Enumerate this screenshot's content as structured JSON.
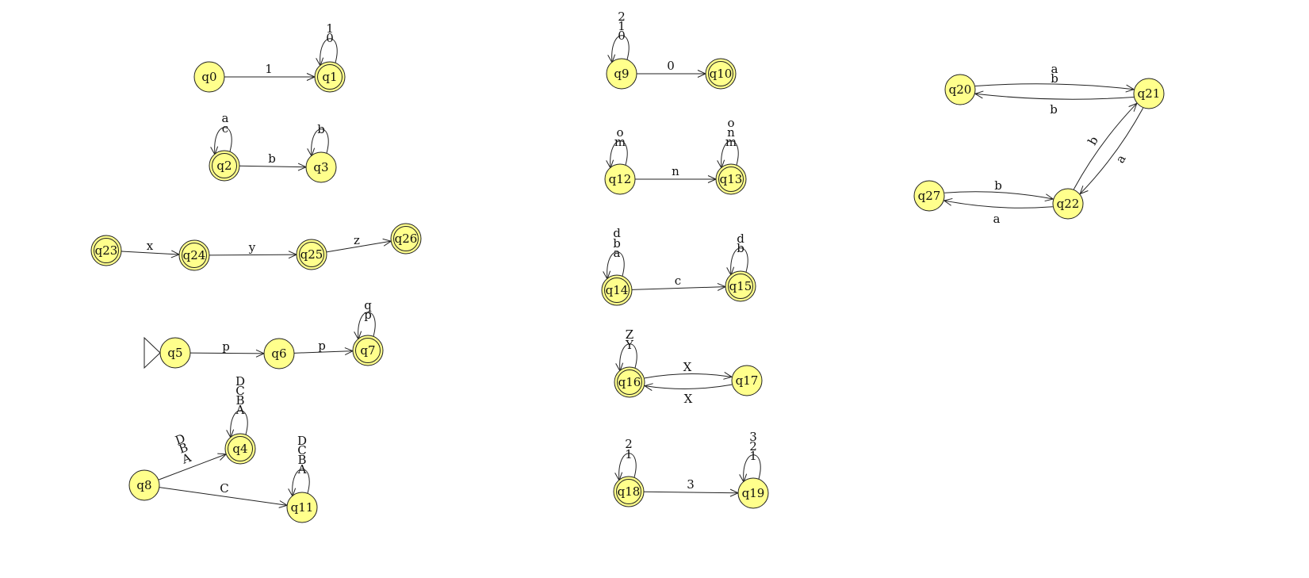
{
  "diagram": {
    "colors": {
      "state_fill": "#ffff8c",
      "stroke": "#222222",
      "background": "#ffffff"
    },
    "states": [
      {
        "id": "q0",
        "label": "q0",
        "accepting": false,
        "initial": false
      },
      {
        "id": "q1",
        "label": "q1",
        "accepting": true,
        "initial": false
      },
      {
        "id": "q2",
        "label": "q2",
        "accepting": true,
        "initial": false
      },
      {
        "id": "q3",
        "label": "q3",
        "accepting": false,
        "initial": false
      },
      {
        "id": "q23",
        "label": "q23",
        "accepting": true,
        "initial": false
      },
      {
        "id": "q24",
        "label": "q24",
        "accepting": true,
        "initial": false
      },
      {
        "id": "q25",
        "label": "q25",
        "accepting": true,
        "initial": false
      },
      {
        "id": "q26",
        "label": "q26",
        "accepting": true,
        "initial": false
      },
      {
        "id": "q5",
        "label": "q5",
        "accepting": false,
        "initial": true
      },
      {
        "id": "q6",
        "label": "q6",
        "accepting": false,
        "initial": false
      },
      {
        "id": "q7",
        "label": "q7",
        "accepting": true,
        "initial": false
      },
      {
        "id": "q8",
        "label": "q8",
        "accepting": false,
        "initial": false
      },
      {
        "id": "q4",
        "label": "q4",
        "accepting": true,
        "initial": false
      },
      {
        "id": "q11",
        "label": "q11",
        "accepting": false,
        "initial": false
      },
      {
        "id": "q9",
        "label": "q9",
        "accepting": false,
        "initial": false
      },
      {
        "id": "q10",
        "label": "q10",
        "accepting": true,
        "initial": false
      },
      {
        "id": "q12",
        "label": "q12",
        "accepting": false,
        "initial": false
      },
      {
        "id": "q13",
        "label": "q13",
        "accepting": true,
        "initial": false
      },
      {
        "id": "q14",
        "label": "q14",
        "accepting": true,
        "initial": false
      },
      {
        "id": "q15",
        "label": "q15",
        "accepting": true,
        "initial": false
      },
      {
        "id": "q16",
        "label": "q16",
        "accepting": true,
        "initial": false
      },
      {
        "id": "q17",
        "label": "q17",
        "accepting": false,
        "initial": false
      },
      {
        "id": "q18",
        "label": "q18",
        "accepting": true,
        "initial": false
      },
      {
        "id": "q19",
        "label": "q19",
        "accepting": false,
        "initial": false
      },
      {
        "id": "q20",
        "label": "q20",
        "accepting": false,
        "initial": false
      },
      {
        "id": "q21",
        "label": "q21",
        "accepting": false,
        "initial": false
      },
      {
        "id": "q22",
        "label": "q22",
        "accepting": false,
        "initial": false
      },
      {
        "id": "q27",
        "label": "q27",
        "accepting": false,
        "initial": false
      }
    ],
    "transitions": [
      {
        "from": "q0",
        "to": "q1",
        "labels": [
          "1"
        ]
      },
      {
        "from": "q1",
        "to": "q1",
        "labels": [
          "0",
          "1"
        ]
      },
      {
        "from": "q2",
        "to": "q3",
        "labels": [
          "b"
        ]
      },
      {
        "from": "q2",
        "to": "q2",
        "labels": [
          "c",
          "a"
        ]
      },
      {
        "from": "q3",
        "to": "q3",
        "labels": [
          "b"
        ]
      },
      {
        "from": "q23",
        "to": "q24",
        "labels": [
          "x"
        ]
      },
      {
        "from": "q24",
        "to": "q25",
        "labels": [
          "y"
        ]
      },
      {
        "from": "q25",
        "to": "q26",
        "labels": [
          "z"
        ]
      },
      {
        "from": "q5",
        "to": "q6",
        "labels": [
          "p"
        ]
      },
      {
        "from": "q6",
        "to": "q7",
        "labels": [
          "p"
        ]
      },
      {
        "from": "q7",
        "to": "q7",
        "labels": [
          "p",
          "q"
        ]
      },
      {
        "from": "q8",
        "to": "q4",
        "labels": [
          "A",
          "B",
          "D"
        ]
      },
      {
        "from": "q8",
        "to": "q11",
        "labels": [
          "C"
        ]
      },
      {
        "from": "q4",
        "to": "q4",
        "labels": [
          "A",
          "B",
          "C",
          "D"
        ]
      },
      {
        "from": "q11",
        "to": "q11",
        "labels": [
          "A",
          "B",
          "C",
          "D"
        ]
      },
      {
        "from": "q9",
        "to": "q9",
        "labels": [
          "0",
          "1",
          "2"
        ]
      },
      {
        "from": "q9",
        "to": "q10",
        "labels": [
          "0"
        ]
      },
      {
        "from": "q12",
        "to": "q12",
        "labels": [
          "m",
          "o"
        ]
      },
      {
        "from": "q12",
        "to": "q13",
        "labels": [
          "n"
        ]
      },
      {
        "from": "q13",
        "to": "q13",
        "labels": [
          "m",
          "n",
          "o"
        ]
      },
      {
        "from": "q14",
        "to": "q14",
        "labels": [
          "a",
          "b",
          "d"
        ]
      },
      {
        "from": "q14",
        "to": "q15",
        "labels": [
          "c"
        ]
      },
      {
        "from": "q15",
        "to": "q15",
        "labels": [
          "b",
          "d"
        ]
      },
      {
        "from": "q16",
        "to": "q16",
        "labels": [
          "Y",
          "Z"
        ]
      },
      {
        "from": "q16",
        "to": "q17",
        "labels": [
          "X"
        ]
      },
      {
        "from": "q17",
        "to": "q16",
        "labels": [
          "X"
        ]
      },
      {
        "from": "q18",
        "to": "q18",
        "labels": [
          "1",
          "2"
        ]
      },
      {
        "from": "q18",
        "to": "q19",
        "labels": [
          "3"
        ]
      },
      {
        "from": "q19",
        "to": "q19",
        "labels": [
          "1",
          "2",
          "3"
        ]
      },
      {
        "from": "q20",
        "to": "q21",
        "labels": [
          "a",
          "b"
        ]
      },
      {
        "from": "q21",
        "to": "q20",
        "labels": [
          "b"
        ]
      },
      {
        "from": "q21",
        "to": "q22",
        "labels": [
          "b"
        ]
      },
      {
        "from": "q22",
        "to": "q21",
        "labels": [
          "a"
        ]
      },
      {
        "from": "q27",
        "to": "q22",
        "labels": [
          "b"
        ]
      },
      {
        "from": "q22",
        "to": "q27",
        "labels": [
          "a"
        ]
      }
    ]
  }
}
